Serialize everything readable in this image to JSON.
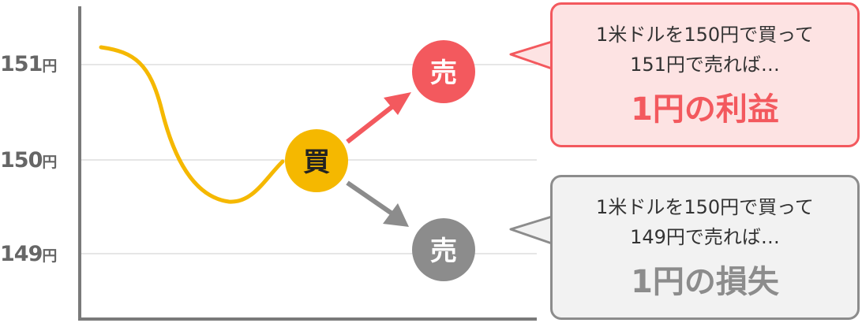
{
  "y_axis": {
    "labels": [
      {
        "value": "151",
        "unit": "円"
      },
      {
        "value": "150",
        "unit": "円"
      },
      {
        "value": "149",
        "unit": "円"
      }
    ]
  },
  "nodes": {
    "buy": "買",
    "sell_profit": "売",
    "sell_loss": "売"
  },
  "profit_bubble": {
    "line1": "1米ドルを150円で買って",
    "line2": "151円で売れば…",
    "result": "1円の利益"
  },
  "loss_bubble": {
    "line1": "1米ドルを150円で買って",
    "line2": "149円で売れば…",
    "result": "1円の損失"
  },
  "colors": {
    "price_line": "#f5b800",
    "buy_circle": "#f5b800",
    "profit": "#f3595e",
    "loss": "#8c8c8c",
    "profit_bubble_bg": "#fde3e3",
    "loss_bubble_bg": "#f2f2f2"
  }
}
